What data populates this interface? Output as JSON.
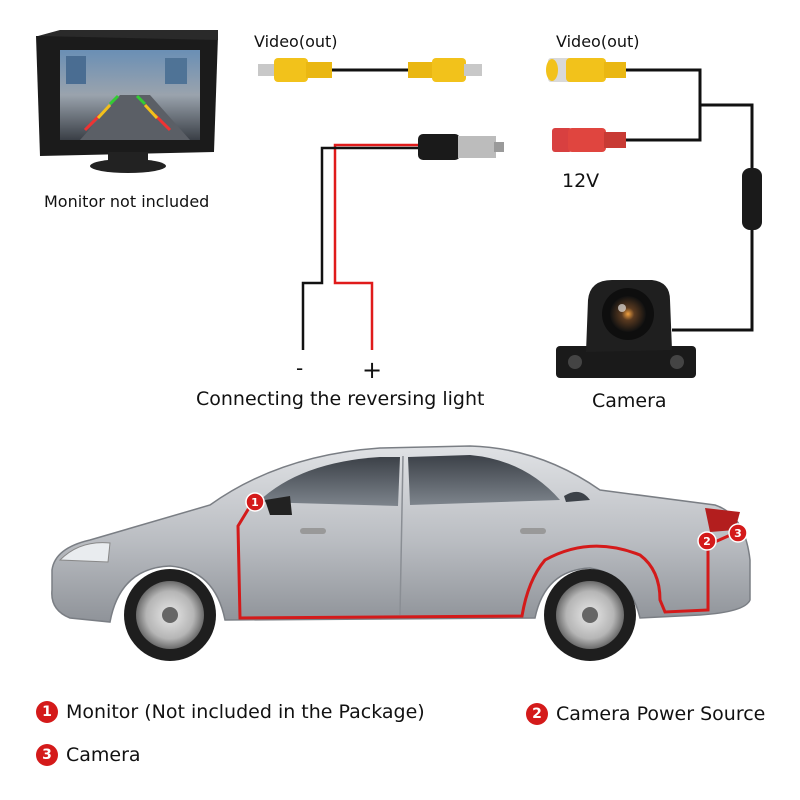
{
  "top_labels": {
    "video_out_left": "Video(out)",
    "video_out_right": "Video(out)",
    "v12": "12V",
    "monitor_note": "Monitor not included",
    "minus": "-",
    "plus": "+",
    "reversing_light": "Connecting the reversing light",
    "camera": "Camera"
  },
  "markers": [
    {
      "number": "1"
    },
    {
      "number": "2"
    },
    {
      "number": "3"
    }
  ],
  "legend": [
    {
      "number": "1",
      "text": "Monitor (Not included in the Package)"
    },
    {
      "number": "2",
      "text": "Camera Power Source"
    },
    {
      "number": "3",
      "text": "Camera"
    }
  ],
  "colors": {
    "accent_red": "#d41a1a",
    "rca_yellow": "#f2c21b",
    "rca_red": "#e0453f",
    "car_silver": "#bfc2c6",
    "wire_black": "#111111"
  }
}
